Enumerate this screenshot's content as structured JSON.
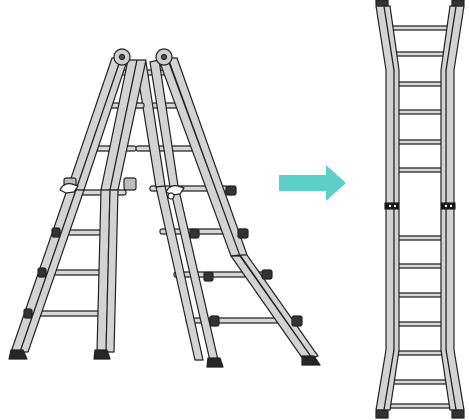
{
  "diagram": {
    "colors": {
      "background": "#ffffff",
      "rail_fill": "#d3d3d3",
      "rung_fill": "#d7d7d7",
      "outline": "#222222",
      "foot": "#262626",
      "arrow": "#5ccfc6"
    },
    "left_figure": {
      "kind": "articulated-ladder-a-frame-icon",
      "front_rungs": 7,
      "rear_rungs": 7
    },
    "arrow": {
      "kind": "right-arrow-icon"
    },
    "right_figure": {
      "kind": "extended-straight-ladder-icon",
      "rungs": 13,
      "hinge_count": 2
    }
  }
}
